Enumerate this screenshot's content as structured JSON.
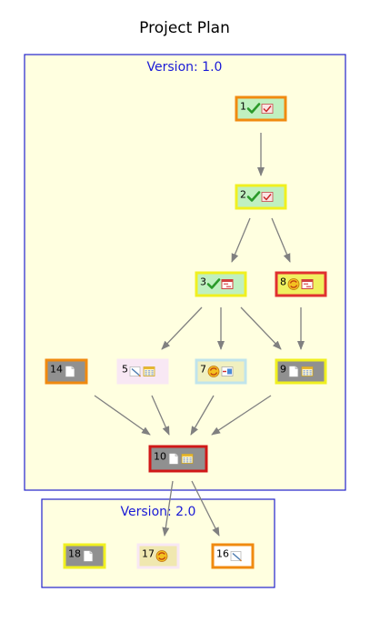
{
  "title": "Project Plan",
  "clusters": [
    {
      "id": "v1",
      "label": "Version: 1.0"
    },
    {
      "id": "v2",
      "label": "Version: 2.0"
    }
  ],
  "colors": {
    "cluster_border": "#2222cc",
    "cluster_fill": "#ffffe0",
    "arrow": "#808080"
  },
  "nodes": [
    {
      "id": "1",
      "label": "1",
      "fill": "#c0f0c0",
      "border": "#f08a10",
      "icons": [
        "check-icon",
        "task-icon"
      ]
    },
    {
      "id": "2",
      "label": "2",
      "fill": "#c0f0c0",
      "border": "#f0f020",
      "icons": [
        "check-icon",
        "task-icon"
      ]
    },
    {
      "id": "3",
      "label": "3",
      "fill": "#c0f0c0",
      "border": "#f0f020",
      "icons": [
        "check-icon",
        "gantt-icon"
      ]
    },
    {
      "id": "8",
      "label": "8",
      "fill": "#f0f060",
      "border": "#e03030",
      "icons": [
        "in-progress-icon",
        "gantt-icon"
      ]
    },
    {
      "id": "14",
      "label": "14",
      "fill": "#909090",
      "border": "#f08a10",
      "icons": [
        "document-icon"
      ]
    },
    {
      "id": "5",
      "label": "5",
      "fill": "#f8e8f4",
      "border": "#f8e8f4",
      "icons": [
        "edit-icon",
        "calendar-icon"
      ]
    },
    {
      "id": "7",
      "label": "7",
      "fill": "#f0f0c0",
      "border": "#c0e4ec",
      "icons": [
        "in-progress-icon",
        "split-icon"
      ]
    },
    {
      "id": "9",
      "label": "9",
      "fill": "#909090",
      "border": "#f0f020",
      "icons": [
        "document-icon",
        "calendar-icon"
      ]
    },
    {
      "id": "10",
      "label": "10",
      "fill": "#909090",
      "border": "#d01818",
      "icons": [
        "document-icon",
        "calendar-icon"
      ]
    },
    {
      "id": "18",
      "label": "18",
      "fill": "#909090",
      "border": "#f0f020",
      "icons": [
        "document-icon"
      ]
    },
    {
      "id": "17",
      "label": "17",
      "fill": "#f0e8b0",
      "border": "#f8e8f4",
      "icons": [
        "in-progress-icon"
      ]
    },
    {
      "id": "16",
      "label": "16",
      "fill": "#ffffff",
      "border": "#f08a10",
      "icons": [
        "edit-icon"
      ]
    }
  ],
  "edges": [
    {
      "from": "1",
      "to": "2"
    },
    {
      "from": "2",
      "to": "3"
    },
    {
      "from": "2",
      "to": "8"
    },
    {
      "from": "3",
      "to": "5"
    },
    {
      "from": "3",
      "to": "7"
    },
    {
      "from": "3",
      "to": "9"
    },
    {
      "from": "8",
      "to": "9"
    },
    {
      "from": "14",
      "to": "10"
    },
    {
      "from": "5",
      "to": "10"
    },
    {
      "from": "7",
      "to": "10"
    },
    {
      "from": "9",
      "to": "10"
    },
    {
      "from": "10",
      "to": "17"
    },
    {
      "from": "10",
      "to": "16"
    }
  ]
}
